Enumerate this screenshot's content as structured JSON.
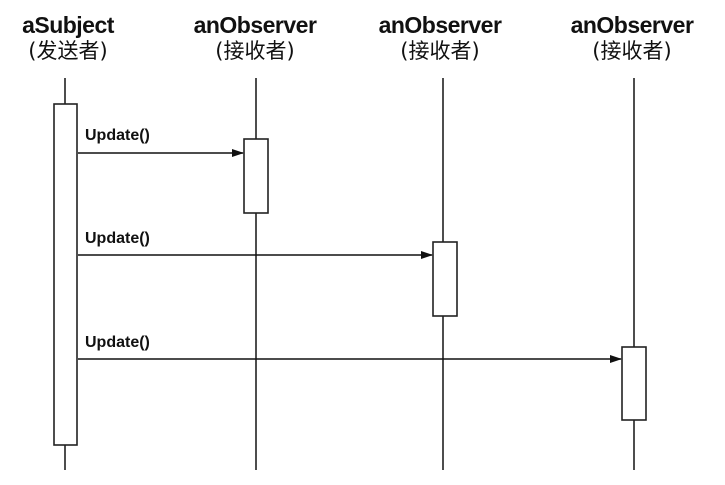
{
  "participants": [
    {
      "name": "aSubject",
      "role": "(发送者)"
    },
    {
      "name": "anObserver",
      "role": "(接收者)"
    },
    {
      "name": "anObserver",
      "role": "(接收者)"
    },
    {
      "name": "anObserver",
      "role": "(接收者)"
    }
  ],
  "messages": [
    {
      "label": "Update()",
      "from": 0,
      "to": 1
    },
    {
      "label": "Update()",
      "from": 0,
      "to": 2
    },
    {
      "label": "Update()",
      "from": 0,
      "to": 3
    }
  ]
}
